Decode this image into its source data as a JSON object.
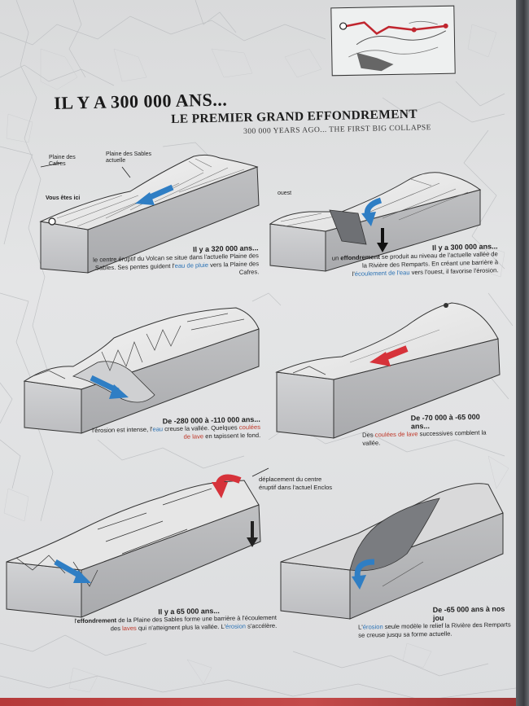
{
  "title": "IL Y A 300 000 ANS...",
  "subtitle": "LE PREMIER GRAND EFFONDREMENT",
  "subtitle_en": "300 000 YEARS AGO... THE FIRST BIG COLLAPSE",
  "labels": {
    "plaine_cafres": "Plaine des Cafres",
    "plaine_sables": "Plaine des Sables actuelle",
    "vous_etes_ici": "Vous êtes ici",
    "ouest": "ouest",
    "deplacement": "déplacement du centre éruptif dans l'actuel Enclos"
  },
  "panels": [
    {
      "heading": "Il y a 320 000 ans...",
      "parts": [
        {
          "t": "le centre éruptif du Volcan se situe dans l'actuelle Plaine des Sables. Ses pentes guident l'",
          "c": ""
        },
        {
          "t": "eau de pluie",
          "c": "blue"
        },
        {
          "t": " vers la Plaine des Cafres.",
          "c": ""
        }
      ]
    },
    {
      "heading": "Il y a 300 000 ans...",
      "parts": [
        {
          "t": "un ",
          "c": ""
        },
        {
          "t": "effondrement",
          "c": "bold"
        },
        {
          "t": " se produit au niveau de l'actuelle vallée de la Rivière des Remparts. En créant une barrière à l'",
          "c": ""
        },
        {
          "t": "écoulement de l'eau",
          "c": "blue"
        },
        {
          "t": " vers l'ouest, il favorise l'érosion.",
          "c": ""
        }
      ]
    },
    {
      "heading": "De -280 000 à -110 000 ans...",
      "parts": [
        {
          "t": "l'érosion est intense, l'",
          "c": ""
        },
        {
          "t": "eau",
          "c": "blue"
        },
        {
          "t": " creuse la vallée. Quelques ",
          "c": ""
        },
        {
          "t": "coulées de lave",
          "c": "red"
        },
        {
          "t": " en tapissent le fond.",
          "c": ""
        }
      ]
    },
    {
      "heading": "De -70 000 à -65 000 ans...",
      "parts": [
        {
          "t": "Des ",
          "c": ""
        },
        {
          "t": "coulées de lave",
          "c": "red"
        },
        {
          "t": " successives comblent la vallée.",
          "c": ""
        }
      ]
    },
    {
      "heading": "Il y a 65 000 ans...",
      "parts": [
        {
          "t": "l'",
          "c": ""
        },
        {
          "t": "effondrement",
          "c": "bold"
        },
        {
          "t": " de la Plaine des Sables forme une barrière à l'écoulement des ",
          "c": ""
        },
        {
          "t": "laves",
          "c": "red"
        },
        {
          "t": " qui n'atteignent plus la vallée. L'",
          "c": ""
        },
        {
          "t": "érosion",
          "c": "blue"
        },
        {
          "t": " s'accélère.",
          "c": ""
        }
      ]
    },
    {
      "heading": "De -65 000 ans à nos jou",
      "parts": [
        {
          "t": "L'",
          "c": ""
        },
        {
          "t": "érosion",
          "c": "blue"
        },
        {
          "t": " seule modèle le relief la Rivière des Remparts se creuse jusqu sa forme actuelle.",
          "c": ""
        }
      ]
    }
  ],
  "colors": {
    "water_arrow": "#2f7ec4",
    "lava_arrow": "#d6323a",
    "title_text": "#1a1a1a"
  }
}
